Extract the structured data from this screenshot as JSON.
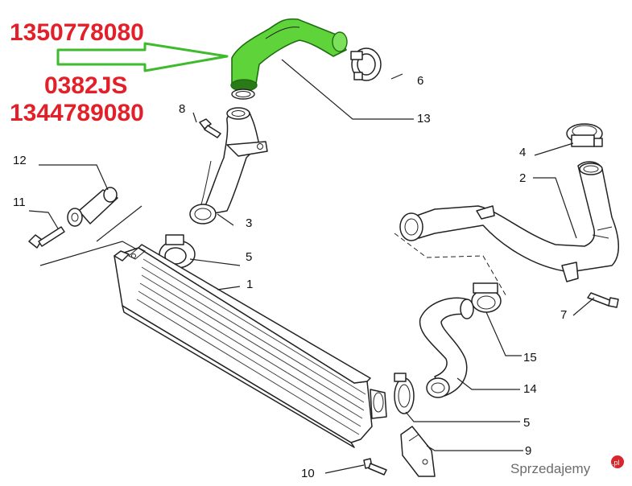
{
  "codes": {
    "top": "1350778080",
    "middle": "0382JS",
    "bottom": "1344789080"
  },
  "labels": {
    "p1": "1",
    "p2": "2",
    "p3": "3",
    "p4": "4",
    "p5a": "5",
    "p5b": "5",
    "p6": "6",
    "p7": "7",
    "p8": "8",
    "p9": "9",
    "p10": "10",
    "p11": "11",
    "p12": "12",
    "p13": "13",
    "p14": "14",
    "p15": "15"
  },
  "watermark": "Sprzedajemy",
  "watermark_suffix": ".pl",
  "colors": {
    "code_red": "#e3202a",
    "pipe_green": "#5ed33a",
    "arrow_green": "#3dbb2c",
    "watermark_badge": "#d9262c"
  }
}
